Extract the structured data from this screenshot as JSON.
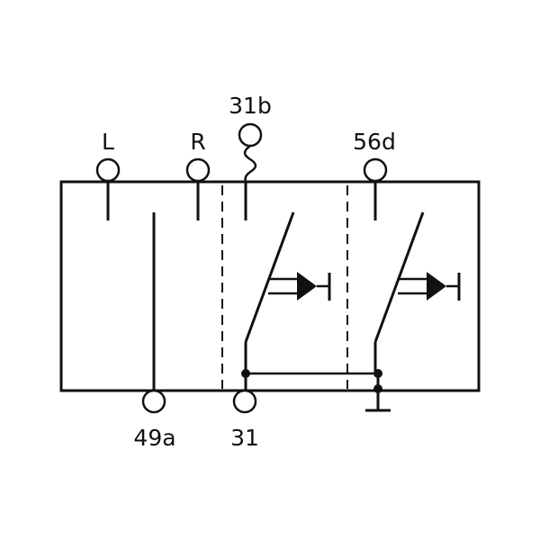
{
  "diagram": {
    "labels": {
      "L": "L",
      "R": "R",
      "t31b": "31b",
      "t56d": "56d",
      "t49a": "49a",
      "t31": "31"
    }
  }
}
